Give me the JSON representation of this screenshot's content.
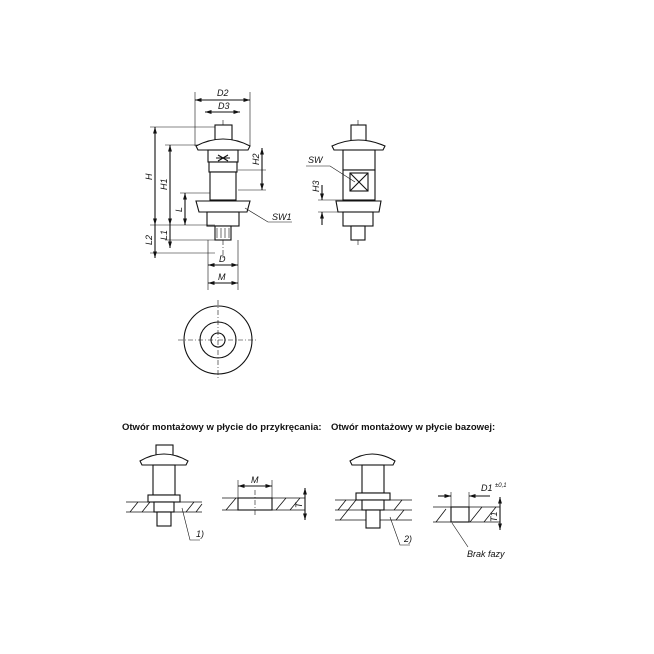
{
  "main_view": {
    "labels": {
      "D2": "D2",
      "D3": "D3",
      "H": "H",
      "H1": "H1",
      "H2": "H2",
      "L": "L",
      "L1": "L1",
      "L2": "L2",
      "SW1": "SW1",
      "D": "D",
      "M": "M"
    }
  },
  "side_view": {
    "labels": {
      "SW": "SW",
      "H3": "H3"
    }
  },
  "mounting_screw_plate": {
    "title": "Otwór montażowy w płycie do przykręcania:",
    "labels": {
      "M": "M",
      "T": "T",
      "note": "1)"
    }
  },
  "mounting_base_plate": {
    "title": "Otwór montażowy w płycie bazowej:",
    "labels": {
      "D1": "D1",
      "tolerance": "±0,1",
      "T1": "T1",
      "note": "2)",
      "no_chamfer": "Brak fazy"
    }
  }
}
